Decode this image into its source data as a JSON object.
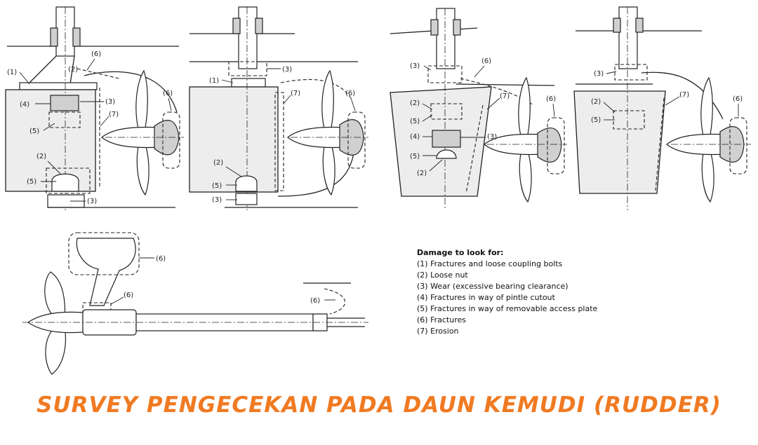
{
  "legend": {
    "title": "Damage to look for:",
    "items": [
      "(1) Fractures and loose coupling bolts",
      "(2) Loose nut",
      "(3) Wear (excessive bearing clearance)",
      "(4) Fractures in way of pintle cutout",
      "(5) Fractures in way of removable access plate",
      "(6) Fractures",
      "(7) Erosion"
    ]
  },
  "callouts": {
    "c1": "(1)",
    "c2": "(2)",
    "c3": "(3)",
    "c4": "(4)",
    "c5": "(5)",
    "c6": "(6)",
    "c7": "(7)"
  },
  "banner": "SURVEY PENGECEKAN PADA DAUN KEMUDI (RUDDER)"
}
